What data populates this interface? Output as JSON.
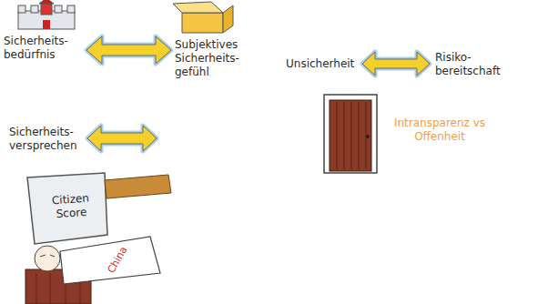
{
  "diagram": {
    "labels": [
      "Sicherheits- bedürfnis",
      "Subjektives Sicherheits- gefühl",
      "Unsicherheit",
      "Risiko- bereitschaft",
      "Intransparenz vs Offenheit",
      "Sicherheits- versprechen",
      "Citizen Score",
      "China"
    ]
  }
}
